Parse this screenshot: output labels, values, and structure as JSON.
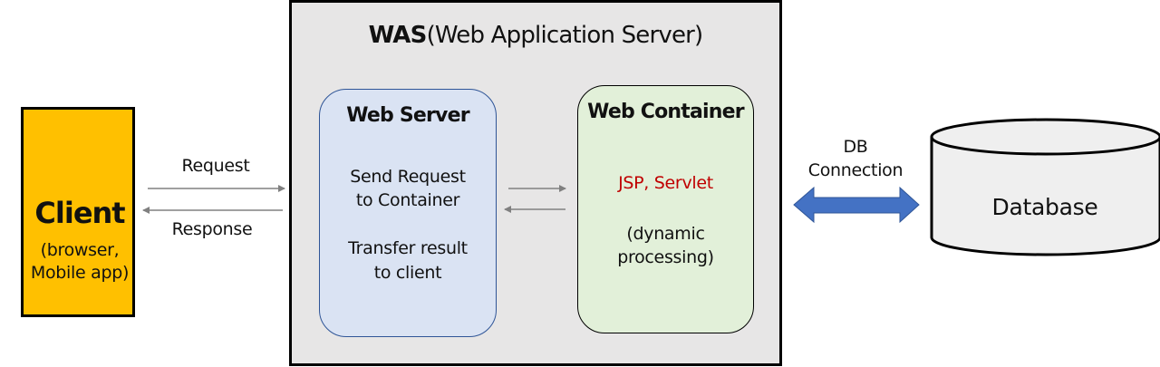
{
  "client": {
    "title": "Client",
    "subtitle_line1": "(browser,",
    "subtitle_line2": "Mobile app)"
  },
  "was": {
    "title_bold": "WAS",
    "title_rest": "(Web Application Server)"
  },
  "web_server": {
    "title": "Web Server",
    "line1": "Send Request",
    "line2": "to Container",
    "line3": "Transfer result",
    "line4": "to client"
  },
  "web_container": {
    "title": "Web Container",
    "tech": "JSP, Servlet",
    "line1": "(dynamic",
    "line2": "processing)"
  },
  "arrows": {
    "request_label": "Request",
    "response_label": "Response",
    "db_label_line1": "DB",
    "db_label_line2": "Connection"
  },
  "database": {
    "label": "Database"
  },
  "colors": {
    "client_fill": "#ffc000",
    "was_fill": "#e7e6e6",
    "web_server_fill": "#dae3f3",
    "web_container_fill": "#e2f0d9",
    "tech_text": "#c00000",
    "db_arrow": "#4472c4"
  }
}
